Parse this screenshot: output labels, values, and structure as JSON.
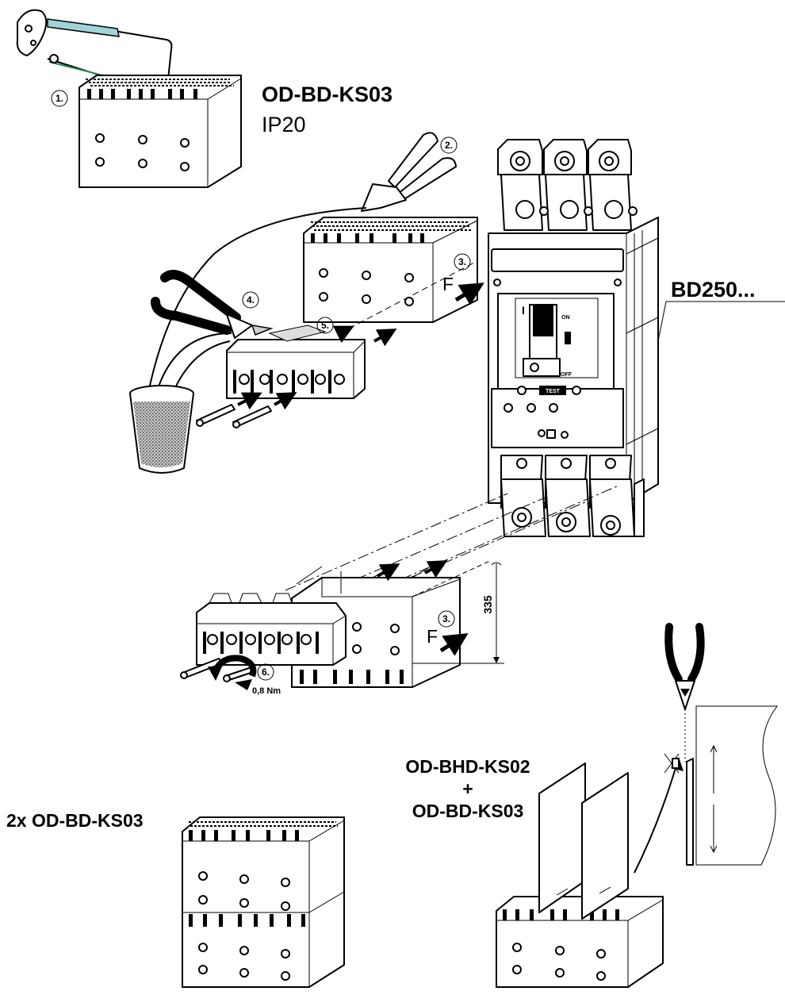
{
  "labels": {
    "product_top": "OD-BD-KS03",
    "ip_rating": "IP20",
    "breaker": "BD250...",
    "two_x": "2x OD-BD-KS03",
    "combo_line1": "OD-BHD-KS02",
    "combo_plus": "+",
    "combo_line2": "OD-BD-KS03",
    "dimension": "335",
    "torque": "0,8 Nm",
    "force_a": "F",
    "force_b": "F"
  },
  "steps": {
    "s1": "1.",
    "s2": "2.",
    "s3a": "3.",
    "s3b": "3.",
    "s4": "4.",
    "s5": "5.",
    "s6": "6."
  },
  "breaker_face": {
    "on": "ON",
    "off": "OFF",
    "test": "TEST",
    "on_mark": "I"
  },
  "icons": [
    "saw-icon",
    "pliers-icon",
    "cutter-icon",
    "bin-icon",
    "screw-icon",
    "torque-arrow-icon"
  ]
}
